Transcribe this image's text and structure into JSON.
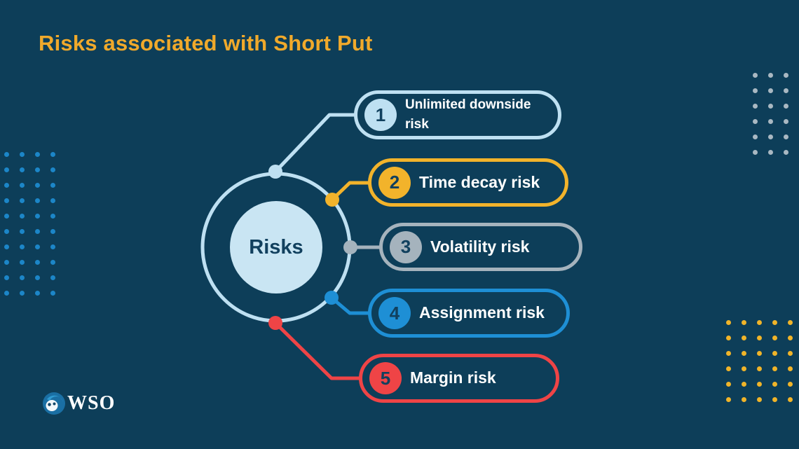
{
  "title": "Risks associated with Short Put",
  "colors": {
    "background": "#0D3E59",
    "title": "#F0A92B",
    "text_dark": "#11405E",
    "text_light": "#FFFFFF"
  },
  "hub": {
    "label": "Risks",
    "ring_color": "#BEE0F2",
    "fill_color": "#C9E5F3"
  },
  "items": [
    {
      "number": "1",
      "label": "Unlimited downside risk",
      "color": "#BEE0F2"
    },
    {
      "number": "2",
      "label": "Time decay risk",
      "color": "#F2B32B"
    },
    {
      "number": "3",
      "label": "Volatility risk",
      "color": "#A5B3BD"
    },
    {
      "number": "4",
      "label": "Assignment risk",
      "color": "#1E8FD5"
    },
    {
      "number": "5",
      "label": "Margin risk",
      "color": "#EF4446"
    }
  ],
  "logo": {
    "text": "WSO"
  },
  "decorations": {
    "left_dots": {
      "color": "#1C86C8",
      "cols": 4,
      "rows": 10
    },
    "top_right_dots": {
      "color": "#A9B8C2",
      "cols": 3,
      "rows": 6
    },
    "bottom_right_dots": {
      "color": "#F0B429",
      "cols": 5,
      "rows": 6
    }
  }
}
